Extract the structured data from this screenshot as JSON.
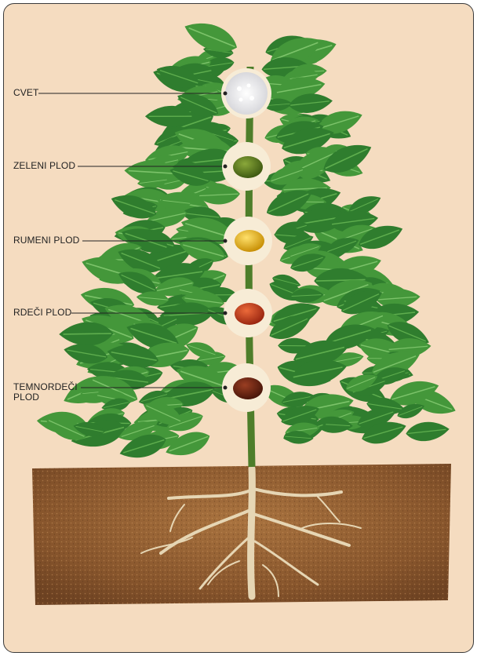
{
  "stages": [
    {
      "label": "CVET"
    },
    {
      "label": "ZELENI PLOD"
    },
    {
      "label": "RUMENI PLOD"
    },
    {
      "label": "RDEČI PLOD"
    },
    {
      "label": "TEMNORDEČI\nPLOD"
    }
  ],
  "colors": {
    "background": "#f5dcc0",
    "leaf": "#2f7d2e",
    "leaf_light": "#4aa140",
    "soil": "#8a5a32",
    "root": "#e8d8b8",
    "flower": "#f4f4f4",
    "fruit_green": "#5a7a1e",
    "fruit_yellow": "#e7b410",
    "fruit_red": "#c23a1a",
    "fruit_darkred": "#6e2412"
  }
}
